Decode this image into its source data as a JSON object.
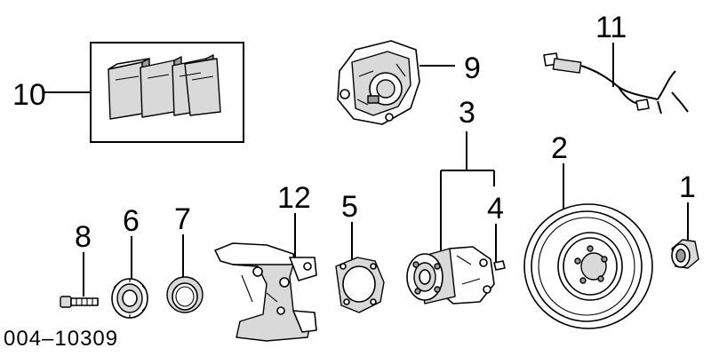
{
  "callouts": {
    "n1": "1",
    "n2": "2",
    "n3": "3",
    "n4": "4",
    "n5": "5",
    "n6": "6",
    "n7": "7",
    "n8": "8",
    "n9": "9",
    "n10": "10",
    "n11": "11",
    "n12": "12"
  },
  "figure_code": "004–10309"
}
